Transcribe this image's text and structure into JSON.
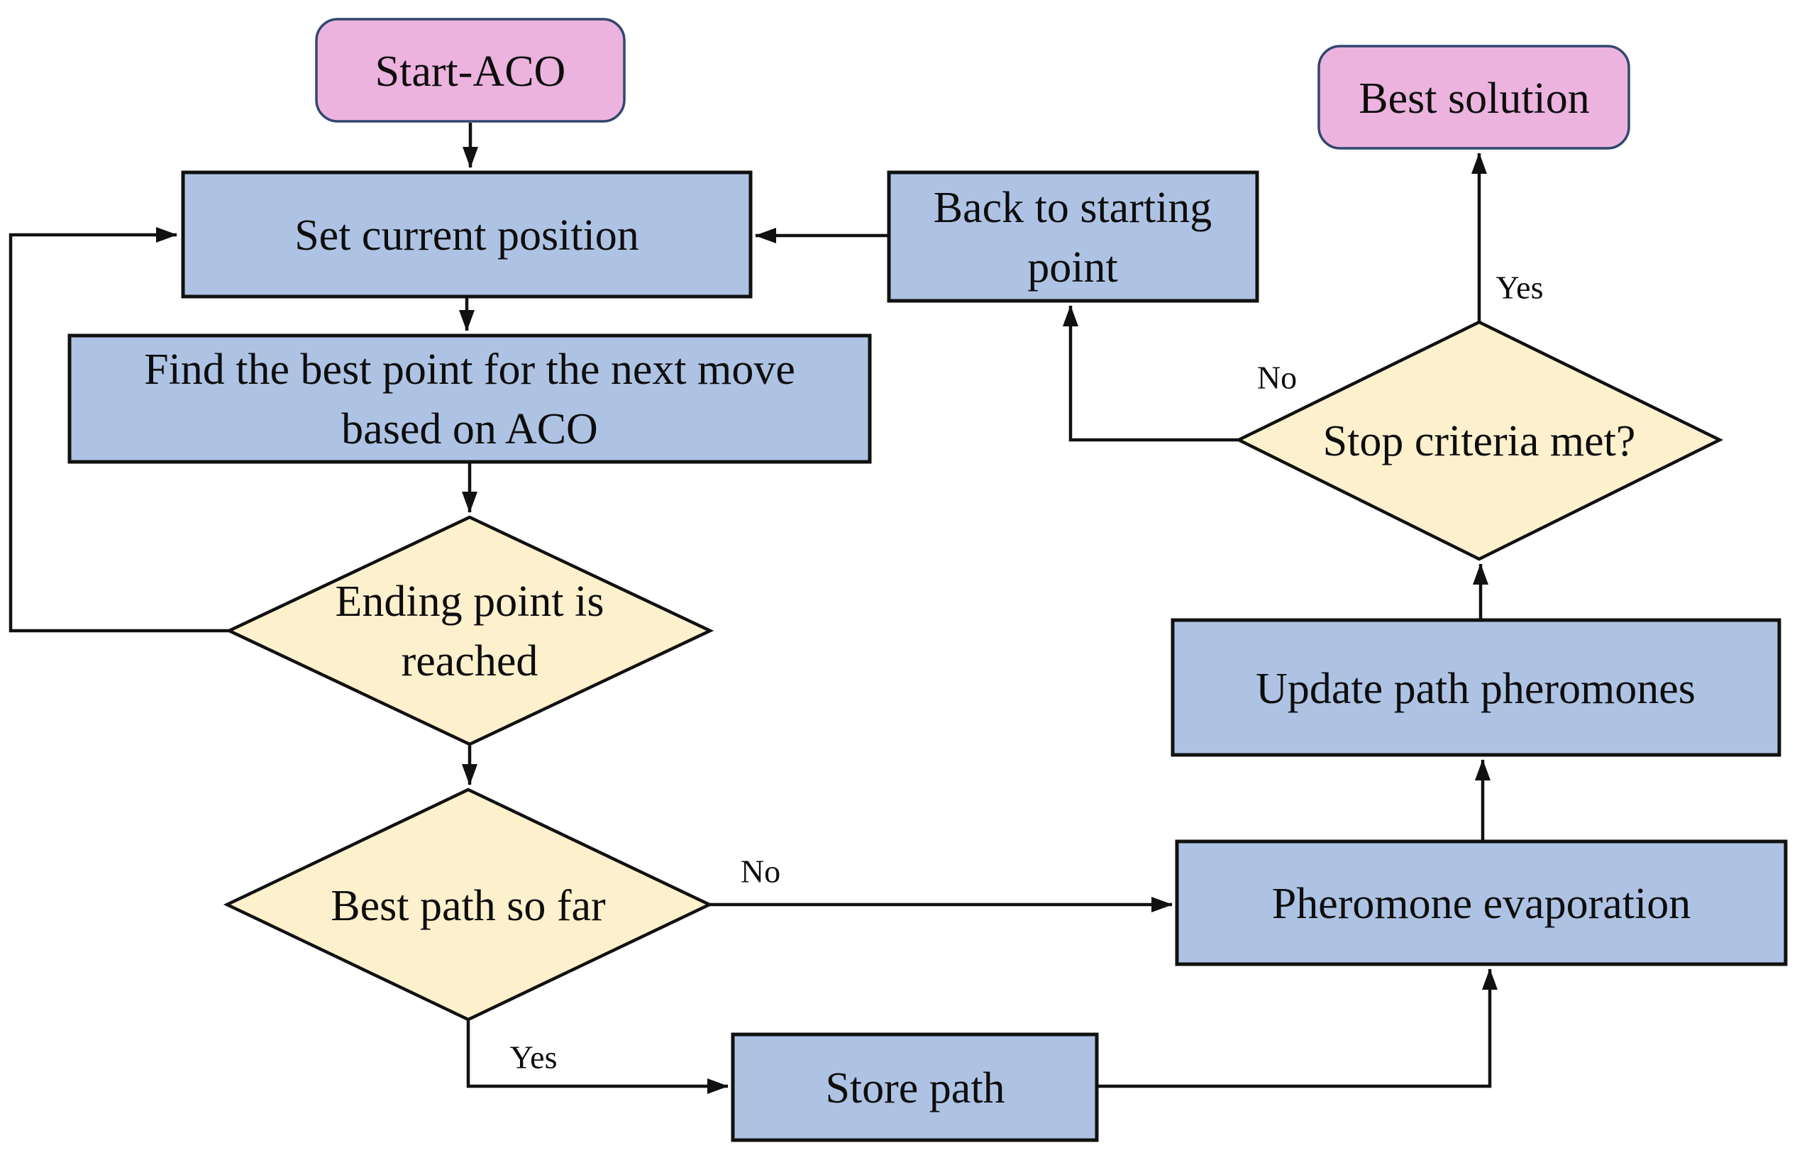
{
  "colors": {
    "terminal_fill": "#ecb3df",
    "terminal_border": "#31476e",
    "process_fill": "#aec3e4",
    "decision_fill": "#fdf0cd",
    "line": "#111111"
  },
  "nodes": {
    "start": {
      "label": "Start-ACO"
    },
    "set_position": {
      "label": "Set current position"
    },
    "find_best": {
      "line1": "Find the best point for the next move",
      "line2": "based on ACO"
    },
    "ending_point": {
      "line1": "Ending point is",
      "line2": "reached"
    },
    "best_path": {
      "label": "Best path so far"
    },
    "store_path": {
      "label": "Store path"
    },
    "pheromone_evaporation": {
      "label": "Pheromone evaporation"
    },
    "update_pheromones": {
      "label": "Update path pheromones"
    },
    "stop_criteria": {
      "label": "Stop criteria met?"
    },
    "back_to_start": {
      "line1": "Back to starting",
      "line2": "point"
    },
    "best_solution": {
      "label": "Best solution"
    }
  },
  "edge_labels": {
    "best_path_yes": "Yes",
    "best_path_no": "No",
    "stop_yes": "Yes",
    "stop_no": "No"
  }
}
